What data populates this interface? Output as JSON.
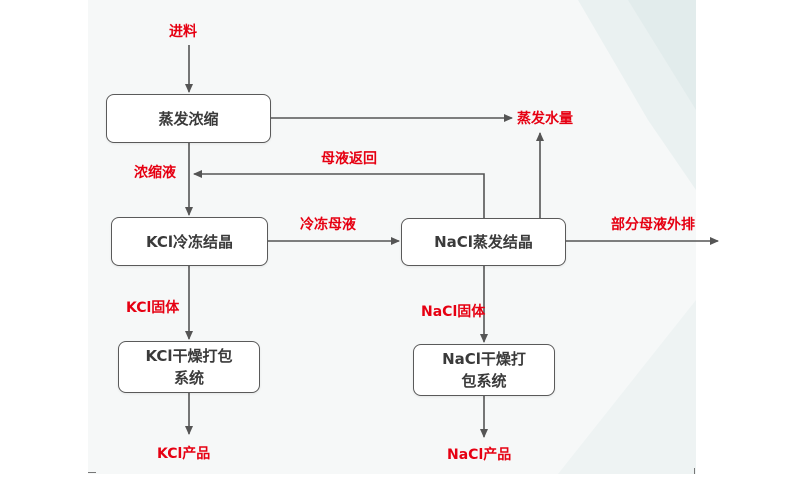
{
  "nodes": {
    "evaporation": "蒸发浓缩",
    "kcl_cooling": "KCl冷冻结晶",
    "nacl_evap": "NaCl蒸发结晶",
    "kcl_dry": "KCl干燥打包\n系统",
    "nacl_dry": "NaCl干燥打\n包系统"
  },
  "labels": {
    "feed": "进料",
    "evaporated_water": "蒸发水量",
    "concentrate": "浓缩液",
    "mother_liquor_return": "母液返回",
    "cooling_mother_liquor": "冷冻母液",
    "partial_discharge": "部分母液外排",
    "kcl_solid": "KCl固体",
    "nacl_solid": "NaCl固体",
    "kcl_product": "KCl产品",
    "nacl_product": "NaCl产品"
  },
  "colors": {
    "label": "#e60012",
    "box_border": "#5a5a5a",
    "arrow": "#555555"
  }
}
